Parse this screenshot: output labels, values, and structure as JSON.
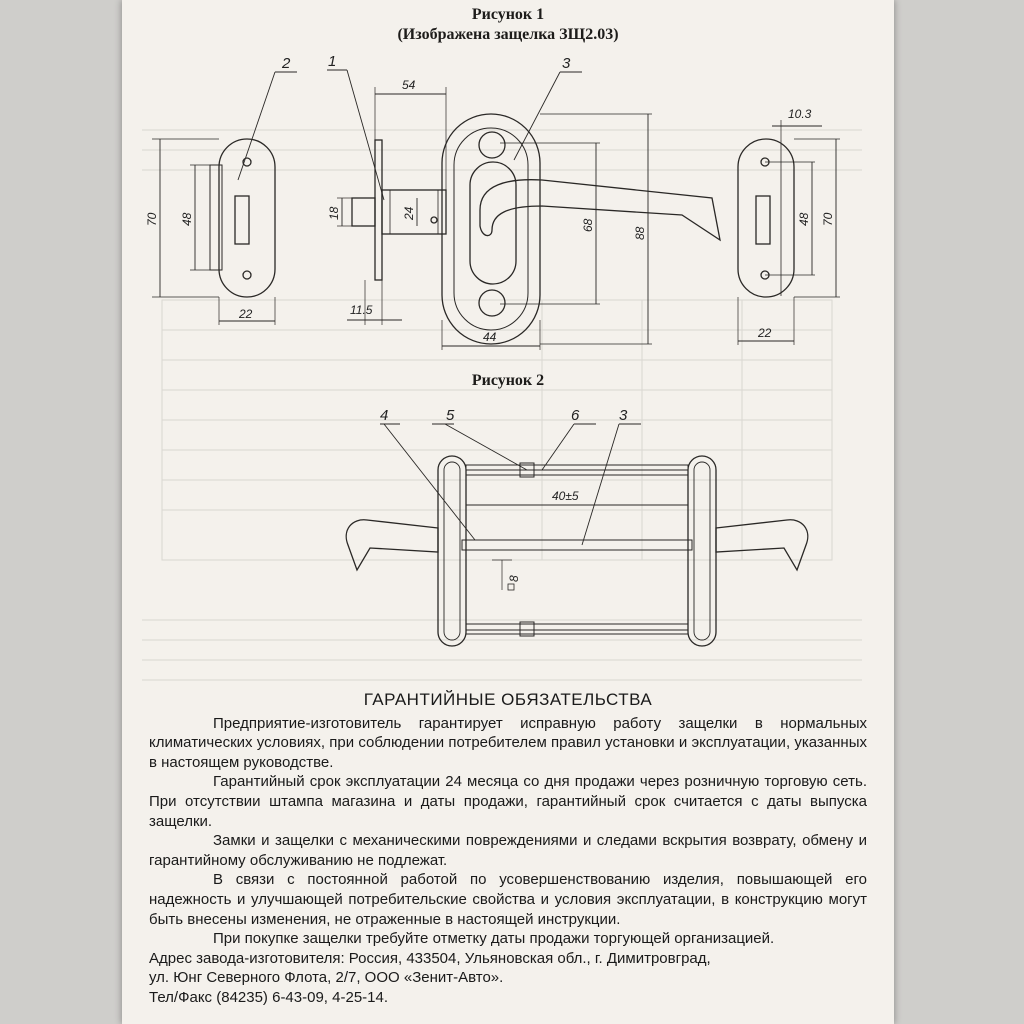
{
  "figure1": {
    "title": "Рисунок 1",
    "subtitle": "(Изображена защелка ЗЩ2.03)",
    "callouts": [
      "2",
      "1",
      "3"
    ],
    "dimensions": {
      "d54": "54",
      "d10_3": "10.3",
      "d70_left": "70",
      "d48_left": "48",
      "d18": "18",
      "d24": "24",
      "d68": "68",
      "d88": "88",
      "d48_right": "48",
      "d70_right": "70",
      "d22_left": "22",
      "d11_5": "11.5",
      "d44": "44",
      "d22_right": "22"
    }
  },
  "figure2": {
    "title": "Рисунок 2",
    "callouts": [
      "4",
      "5",
      "6",
      "3"
    ],
    "dimensions": {
      "d40": "40±5",
      "d8": "8"
    }
  },
  "warranty": {
    "heading": "ГАРАНТИЙНЫЕ ОБЯЗАТЕЛЬСТВА",
    "paragraphs": [
      "Предприятие-изготовитель гарантирует исправную работу защелки в нормальных климатических условиях, при соблюдении потребителем правил установки и эксплуатации, указанных в настоящем руководстве.",
      "Гарантийный срок эксплуатации 24 месяца со дня продажи через розничную торговую сеть. При отсутствии штампа магазина и даты продажи, гарантийный срок считается с даты выпуска защелки.",
      "Замки и защелки с механическими повреждениями и следами вскрытия возврату, обмену и гарантийному обслуживанию не подлежат.",
      "В связи с постоянной работой по усовершенствованию изделия, повышающей его надежность и улучшающей потребительские свойства и условия эксплуатации, в конструкцию могут быть внесены изменения, не отраженные в настоящей инструкции.",
      "При покупке защелки требуйте отметку даты продажи торгующей организацией."
    ],
    "address": [
      "Адрес завода-изготовителя: Россия, 433504, Ульяновская обл., г. Димитровград,",
      "ул. Юнг Северного Флота, 2/7, ООО «Зенит-Авто».",
      "Тел/Факс (84235) 6-43-09, 4-25-14."
    ]
  }
}
